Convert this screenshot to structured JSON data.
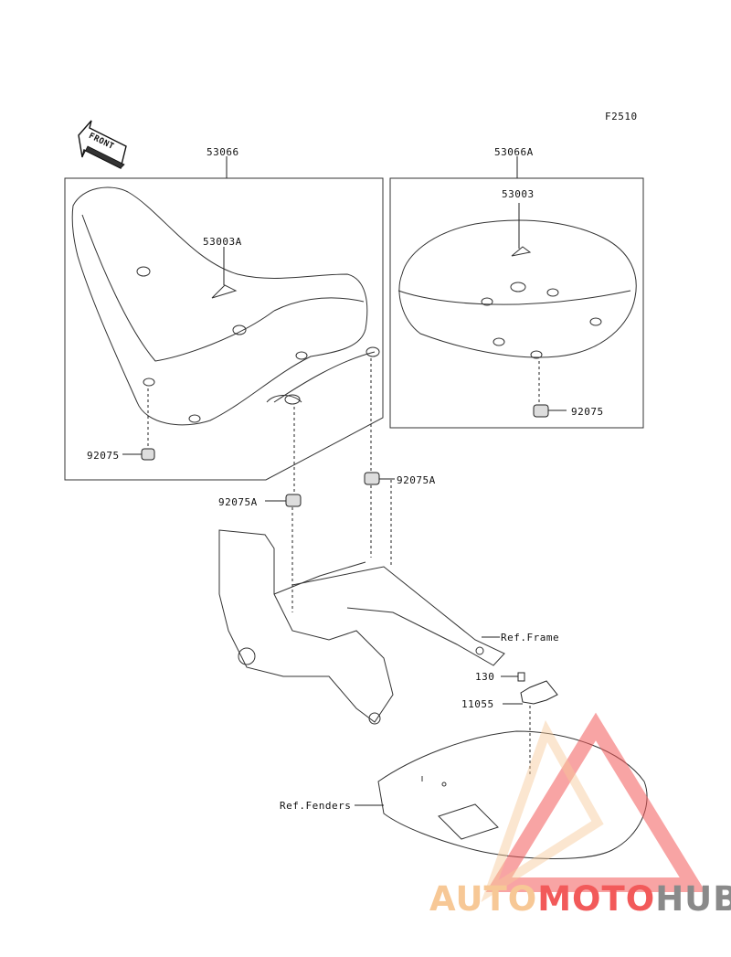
{
  "figure_code": "F2510",
  "front_label": "FRONT",
  "callouts": {
    "seat_assy": "53066",
    "seat_assy_alt": "53066A",
    "seat_pad_left": "53003A",
    "seat_pad_right": "53003",
    "damper_left": "92075",
    "damper_right": "92075",
    "damper_a_left": "92075A",
    "damper_a_right": "92075A",
    "ref_frame": "Ref.Frame",
    "bolt": "130",
    "bracket": "11055",
    "ref_fenders": "Ref.Fenders"
  },
  "watermark": {
    "part1": "AUTO",
    "part2": "MOTO",
    "part3": "HUB",
    "color_light": "#f7c896",
    "color_red": "#f25a5a",
    "color_gray": "#8a8a8a"
  }
}
